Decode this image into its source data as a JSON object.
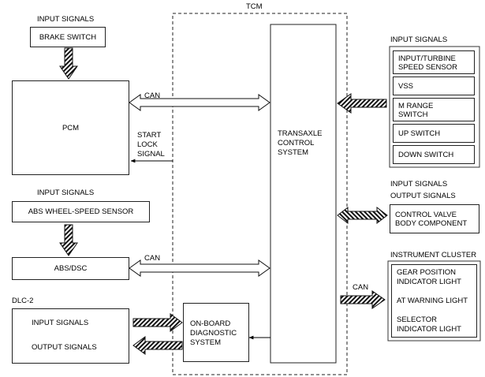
{
  "tcm": {
    "label": "TCM",
    "system": [
      "TRANSAXLE",
      "CONTROL",
      "SYSTEM"
    ]
  },
  "left_top": {
    "input_heading": "INPUT SIGNALS",
    "brake_switch": "BRAKE SWITCH",
    "pcm": "PCM",
    "can": "CAN",
    "start_lock": [
      "START",
      "LOCK",
      "SIGNAL"
    ]
  },
  "left_mid": {
    "input_heading": "INPUT SIGNALS",
    "abs_sensor": "ABS WHEEL-SPEED SENSOR",
    "abs_dsc": "ABS/DSC",
    "can": "CAN"
  },
  "dlc": {
    "label": "DLC-2",
    "input": "INPUT SIGNALS",
    "output": "OUTPUT SIGNALS",
    "obd": [
      "ON-BOARD",
      "DIAGNOSTIC",
      "SYSTEM"
    ]
  },
  "right_inputs": {
    "heading": "INPUT SIGNALS",
    "items": [
      [
        "INPUT/TURBINE",
        "SPEED SENSOR"
      ],
      [
        "VSS"
      ],
      [
        "M RANGE",
        "SWITCH"
      ],
      [
        "UP SWITCH"
      ],
      [
        "DOWN SWITCH"
      ]
    ]
  },
  "right_mid": {
    "input_heading": "INPUT SIGNALS",
    "output_heading": "OUTPUT SIGNALS",
    "control_valve": [
      "CONTROL VALVE",
      "BODY COMPONENT"
    ]
  },
  "cluster": {
    "heading": "INSTRUMENT CLUSTER",
    "can": "CAN",
    "items": [
      [
        "GEAR POSITION",
        "INDICATOR LIGHT"
      ],
      [
        "AT WARNING LIGHT"
      ],
      [
        "SELECTOR",
        "INDICATOR LIGHT"
      ]
    ]
  }
}
